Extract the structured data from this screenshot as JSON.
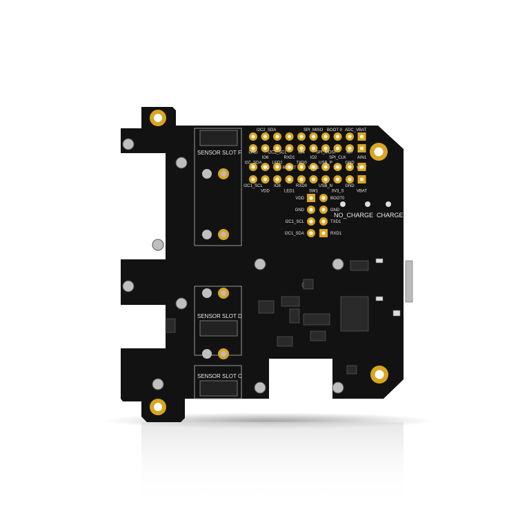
{
  "board": {
    "colors": {
      "pcb": "#111111",
      "gold": "#d9a520",
      "silk": "#e8e8e8",
      "background": "#ffffff"
    },
    "slots": [
      {
        "label": "SENSOR SLOT F"
      },
      {
        "label": "SENSOR SLOT D"
      },
      {
        "label": "SENSOR SLOT C"
      }
    ],
    "header_top_labels": [
      "I2C2_SDA",
      "SPI_MISO",
      "BOOT 0",
      "ADC_VBAT"
    ],
    "header_row2_top": [
      "GND",
      "IO6",
      "I2C2_SCL",
      "RXD1",
      "IO4",
      "IO2",
      "SPI_MOSI",
      "SPI_CLK",
      "IO7",
      "AIN1"
    ],
    "header_row2_bottom": [
      "I2C_SDA",
      "VDD",
      "LED2",
      "RESET",
      "TXD0",
      "VBUS",
      "USB_P",
      "3V3",
      "GND",
      "VBAT"
    ],
    "header_row4": [
      "I2C1_SCL",
      "VDD",
      "IO8",
      "LED1",
      "RXD0",
      "SW1",
      "USB_N",
      "3V3_S",
      "GND",
      "VBAT"
    ],
    "small_header_left": [
      "VDD",
      "GND",
      "I2C1_SCL",
      "I2C1_SDA"
    ],
    "small_header_right": [
      "BOOT0",
      "GND",
      "TXD1",
      "RXD1"
    ],
    "led_labels": [
      "NO_CHARGE",
      "CHARGE"
    ]
  }
}
